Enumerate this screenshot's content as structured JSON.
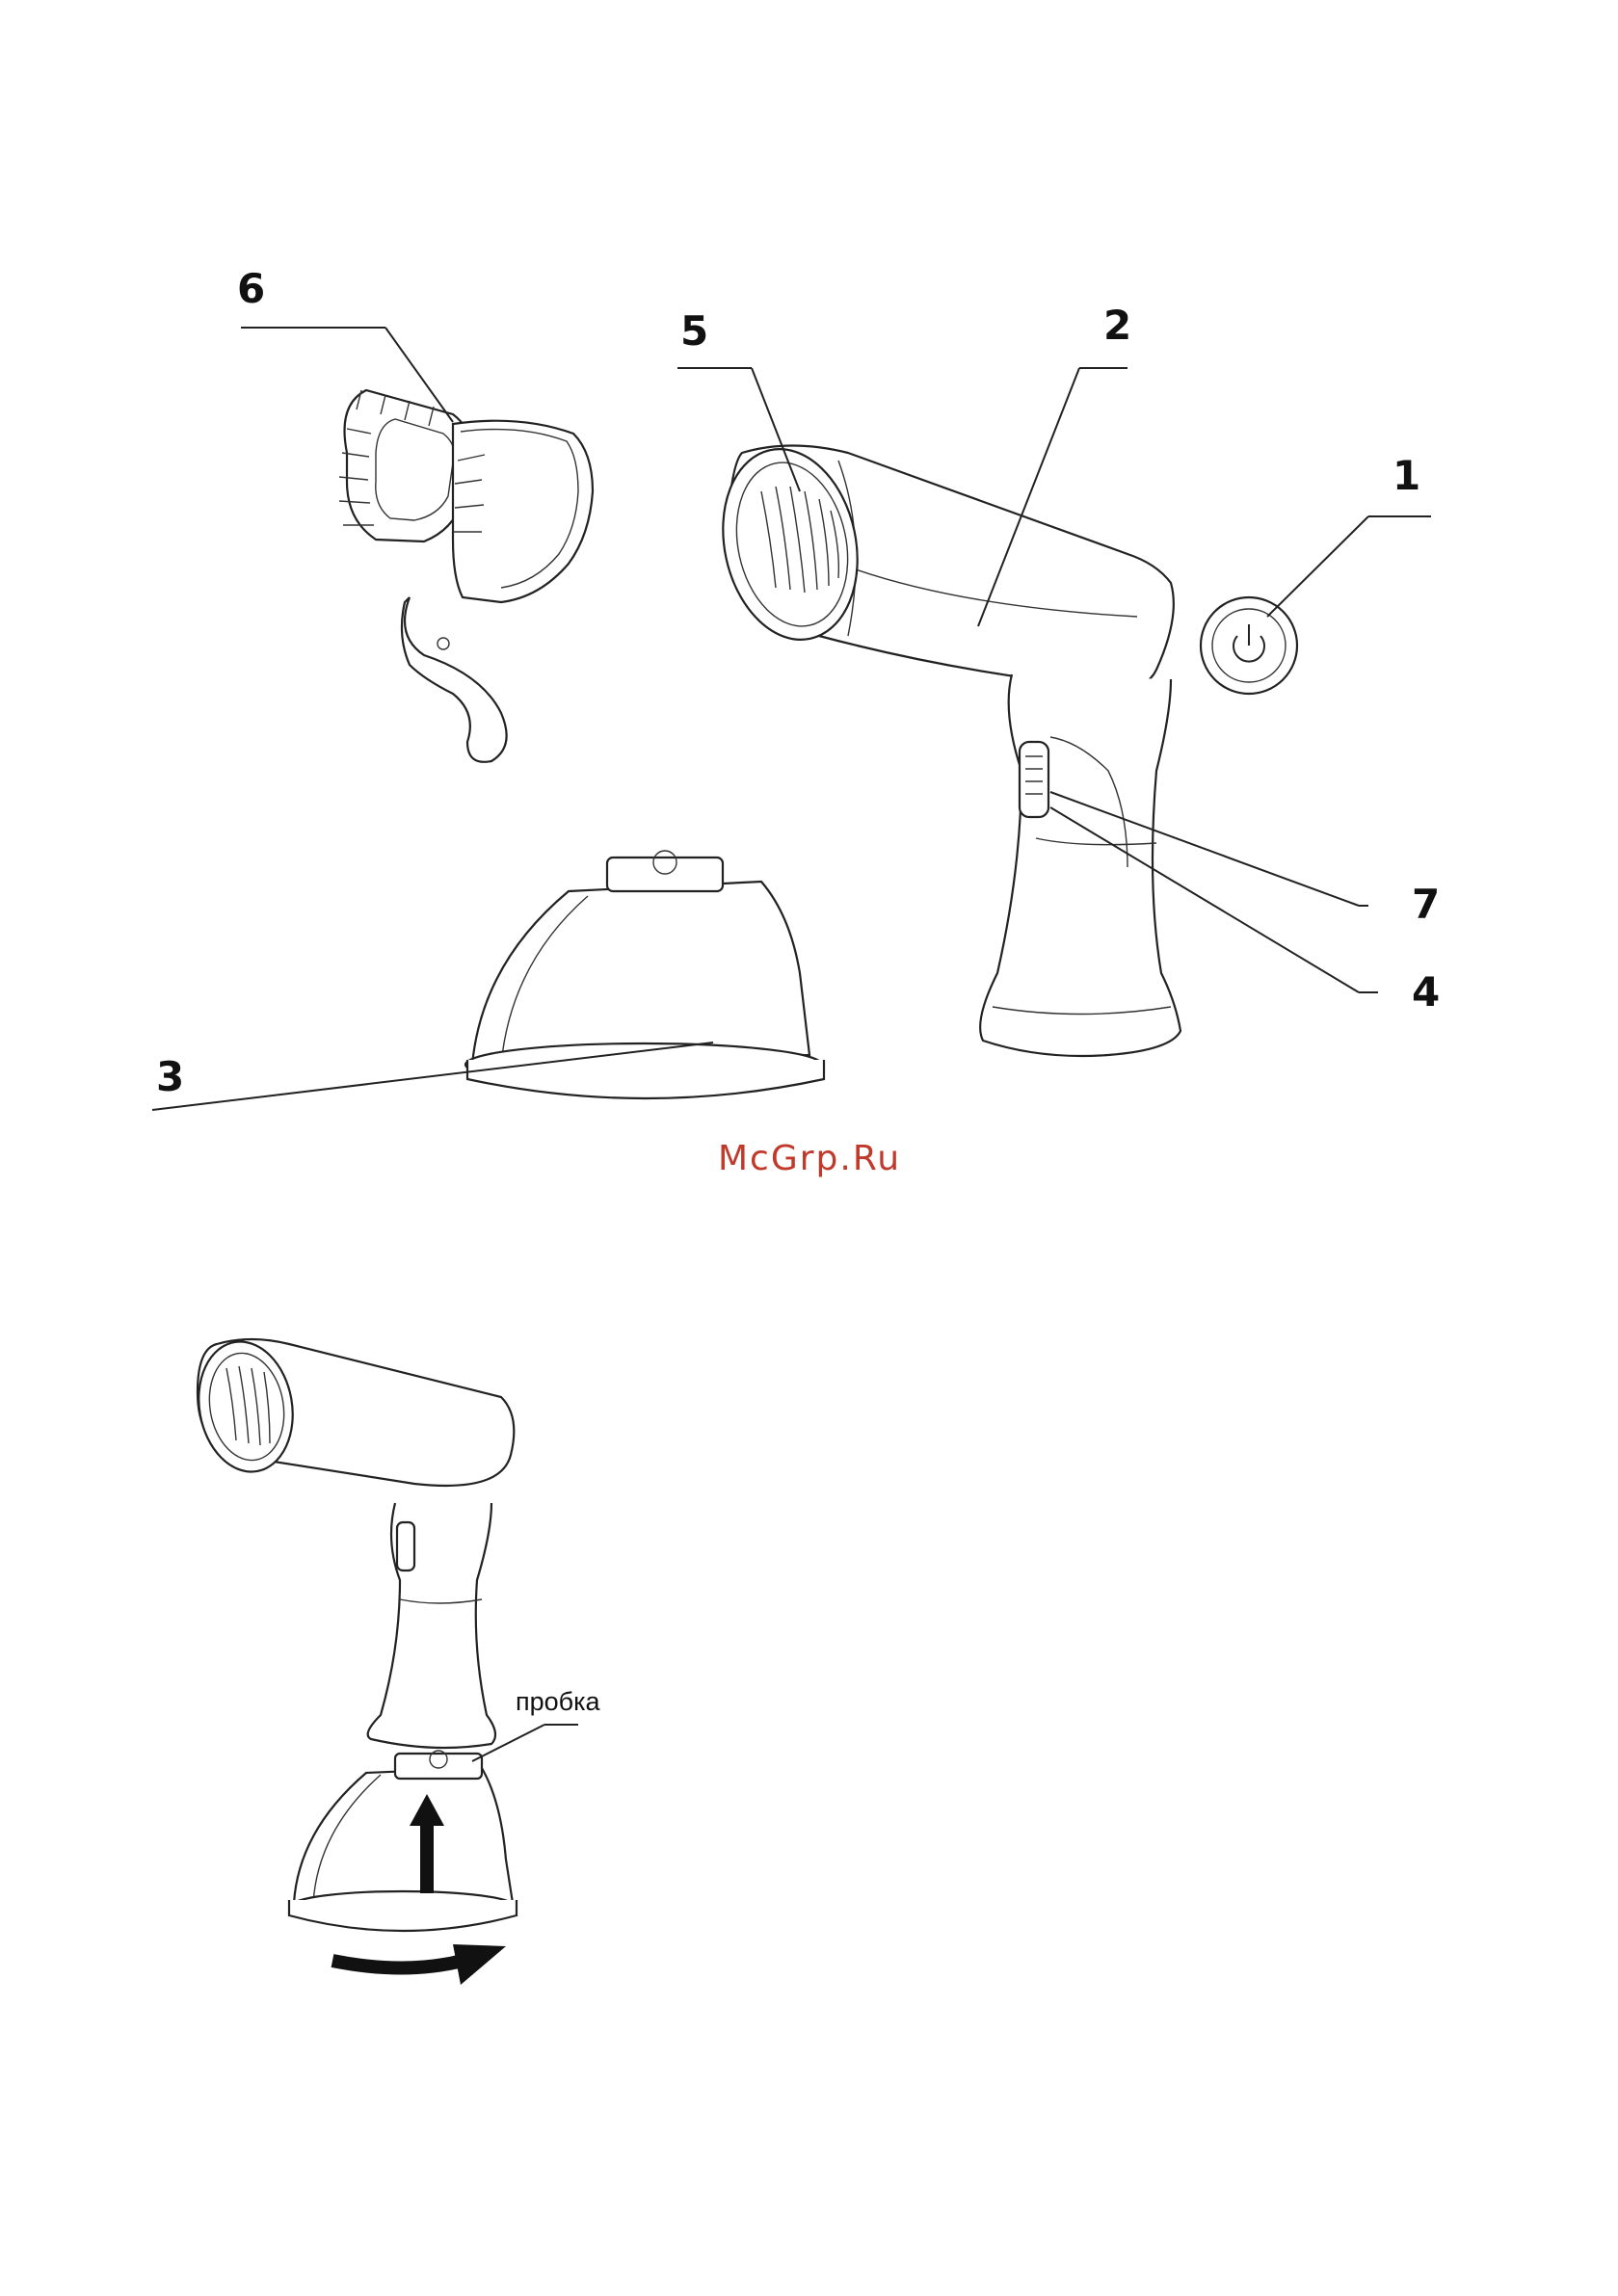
{
  "callouts": {
    "n1": "1",
    "n2": "2",
    "n3": "3",
    "n4": "4",
    "n5": "5",
    "n6": "6",
    "n7": "7"
  },
  "watermark": "McGrp.Ru",
  "step_label": "пробка"
}
